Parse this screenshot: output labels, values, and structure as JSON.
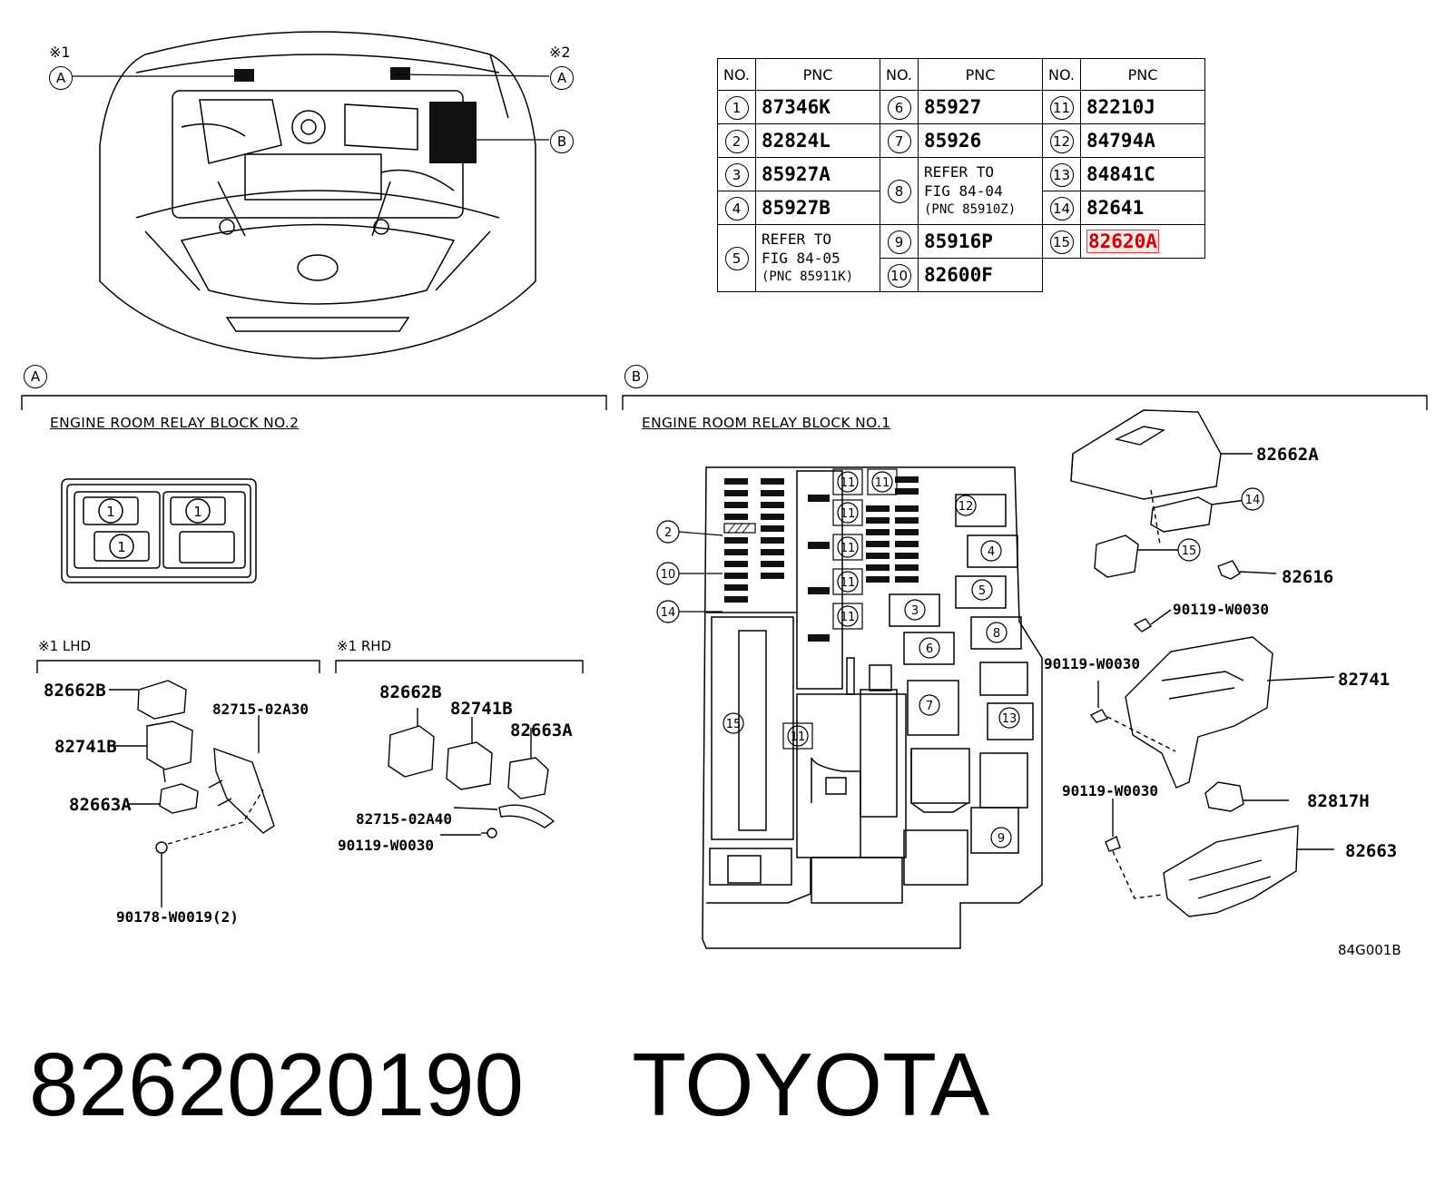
{
  "header": {
    "note1": "※1",
    "note2": "※2",
    "callout_a": "A",
    "callout_b": "B"
  },
  "table": {
    "col_no": "NO.",
    "col_pnc": "PNC",
    "rows": [
      {
        "no": "1",
        "pnc": "87346K"
      },
      {
        "no": "2",
        "pnc": "82824L"
      },
      {
        "no": "3",
        "pnc": "85927A"
      },
      {
        "no": "4",
        "pnc": "85927B"
      },
      {
        "no": "5",
        "pnc": "REFER TO FIG 84-05 (PNC 85911K)"
      },
      {
        "no": "6",
        "pnc": "85927"
      },
      {
        "no": "7",
        "pnc": "85926"
      },
      {
        "no": "8",
        "pnc": "REFER TO FIG 84-04 (PNC 85910Z)"
      },
      {
        "no": "9",
        "pnc": "85916P"
      },
      {
        "no": "10",
        "pnc": "82600F"
      },
      {
        "no": "11",
        "pnc": "82210J"
      },
      {
        "no": "12",
        "pnc": "84794A"
      },
      {
        "no": "13",
        "pnc": "84841C"
      },
      {
        "no": "14",
        "pnc": "82641"
      },
      {
        "no": "15",
        "pnc": "82620A"
      }
    ],
    "ref5": {
      "l1": "REFER TO",
      "l2": "FIG 84-05",
      "l3": "(PNC 85911K)"
    },
    "ref8": {
      "l1": "REFER TO",
      "l2": "FIG 84-04",
      "l3": "(PNC 85910Z)"
    }
  },
  "section_a": {
    "marker": "A",
    "title": "ENGINE ROOM RELAY BLOCK NO.2",
    "lhd_title": "※1 LHD",
    "rhd_title": "※1 RHD",
    "lhd_parts": [
      "82662B",
      "82741B",
      "82663A",
      "82715-02A30",
      "90178-W0019(2)"
    ],
    "rhd_parts": [
      "82662B",
      "82741B",
      "82663A",
      "82715-02A40",
      "90119-W0030"
    ]
  },
  "section_b": {
    "marker": "B",
    "title": "ENGINE ROOM RELAY BLOCK NO.1",
    "parts": [
      "82662A",
      "82616",
      "90119-W0030",
      "90119-W0030",
      "82741",
      "90119-W0030",
      "82817H",
      "82663"
    ],
    "figure_code": "84G001B"
  },
  "footer": {
    "part_number": "8262020190",
    "brand": "TOYOTA"
  }
}
